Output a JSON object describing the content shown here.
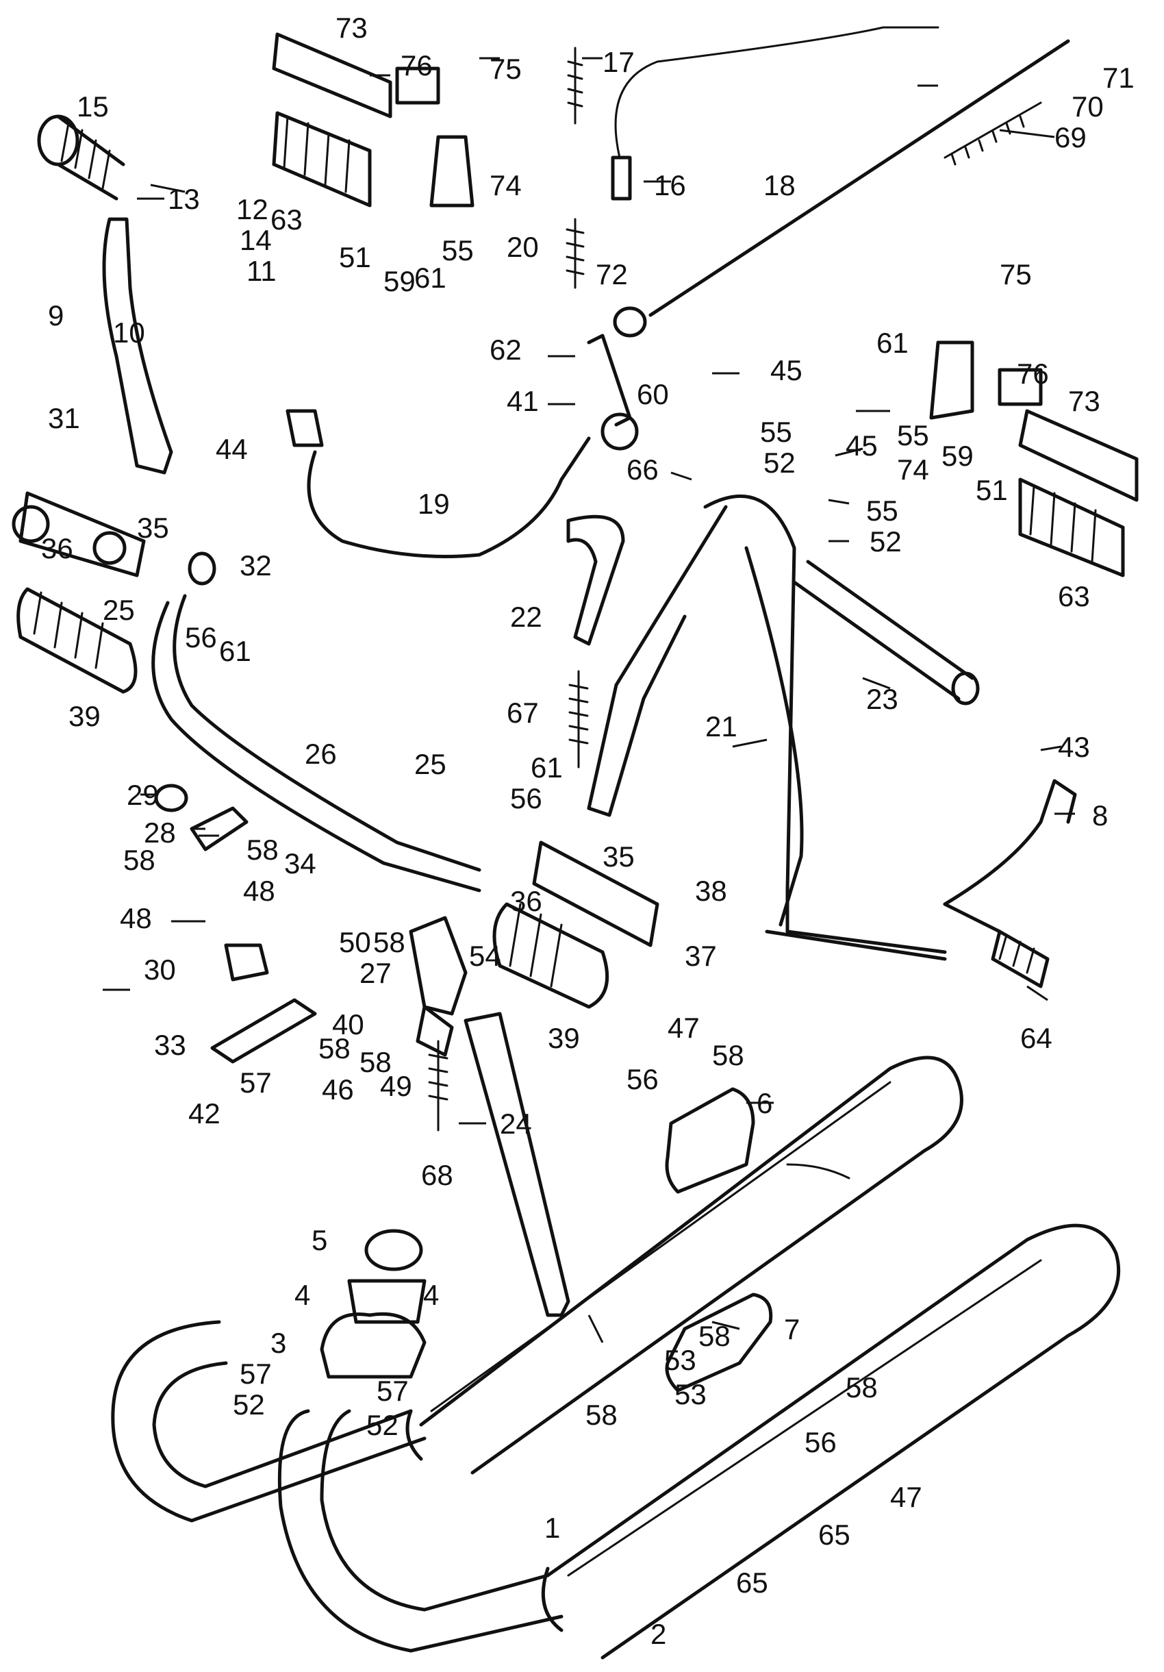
{
  "callouts": [
    {
      "label": "1"
    },
    {
      "label": "2"
    },
    {
      "label": "3"
    },
    {
      "label": "4"
    },
    {
      "label": "4"
    },
    {
      "label": "5"
    },
    {
      "label": "6"
    },
    {
      "label": "7"
    },
    {
      "label": "8"
    },
    {
      "label": "9"
    },
    {
      "label": "10"
    },
    {
      "label": "11"
    },
    {
      "label": "12"
    },
    {
      "label": "13"
    },
    {
      "label": "14"
    },
    {
      "label": "15"
    },
    {
      "label": "16"
    },
    {
      "label": "17"
    },
    {
      "label": "18"
    },
    {
      "label": "19"
    },
    {
      "label": "20"
    },
    {
      "label": "21"
    },
    {
      "label": "22"
    },
    {
      "label": "23"
    },
    {
      "label": "24"
    },
    {
      "label": "25"
    },
    {
      "label": "25"
    },
    {
      "label": "26"
    },
    {
      "label": "27"
    },
    {
      "label": "28"
    },
    {
      "label": "29"
    },
    {
      "label": "30"
    },
    {
      "label": "31"
    },
    {
      "label": "32"
    },
    {
      "label": "33"
    },
    {
      "label": "34"
    },
    {
      "label": "35"
    },
    {
      "label": "35"
    },
    {
      "label": "36"
    },
    {
      "label": "36"
    },
    {
      "label": "37"
    },
    {
      "label": "38"
    },
    {
      "label": "39"
    },
    {
      "label": "39"
    },
    {
      "label": "40"
    },
    {
      "label": "41"
    },
    {
      "label": "42"
    },
    {
      "label": "43"
    },
    {
      "label": "44"
    },
    {
      "label": "45"
    },
    {
      "label": "45"
    },
    {
      "label": "46"
    },
    {
      "label": "47"
    },
    {
      "label": "47"
    },
    {
      "label": "48"
    },
    {
      "label": "48"
    },
    {
      "label": "49"
    },
    {
      "label": "50"
    },
    {
      "label": "51"
    },
    {
      "label": "51"
    },
    {
      "label": "52"
    },
    {
      "label": "52"
    },
    {
      "label": "52"
    },
    {
      "label": "52"
    },
    {
      "label": "53"
    },
    {
      "label": "53"
    },
    {
      "label": "54"
    },
    {
      "label": "55"
    },
    {
      "label": "55"
    },
    {
      "label": "55"
    },
    {
      "label": "55"
    },
    {
      "label": "56"
    },
    {
      "label": "56"
    },
    {
      "label": "56"
    },
    {
      "label": "56"
    },
    {
      "label": "57"
    },
    {
      "label": "57"
    },
    {
      "label": "57"
    },
    {
      "label": "58"
    },
    {
      "label": "58"
    },
    {
      "label": "58"
    },
    {
      "label": "58"
    },
    {
      "label": "58"
    },
    {
      "label": "58"
    },
    {
      "label": "58"
    },
    {
      "label": "58"
    },
    {
      "label": "58"
    },
    {
      "label": "59"
    },
    {
      "label": "59"
    },
    {
      "label": "60"
    },
    {
      "label": "61"
    },
    {
      "label": "61"
    },
    {
      "label": "61"
    },
    {
      "label": "61"
    },
    {
      "label": "62"
    },
    {
      "label": "63"
    },
    {
      "label": "63"
    },
    {
      "label": "64"
    },
    {
      "label": "65"
    },
    {
      "label": "65"
    },
    {
      "label": "66"
    },
    {
      "label": "67"
    },
    {
      "label": "68"
    },
    {
      "label": "69"
    },
    {
      "label": "70"
    },
    {
      "label": "71"
    },
    {
      "label": "72"
    },
    {
      "label": "73"
    },
    {
      "label": "73"
    },
    {
      "label": "74"
    },
    {
      "label": "74"
    },
    {
      "label": "75"
    },
    {
      "label": "75"
    },
    {
      "label": "76"
    },
    {
      "label": "76"
    }
  ]
}
